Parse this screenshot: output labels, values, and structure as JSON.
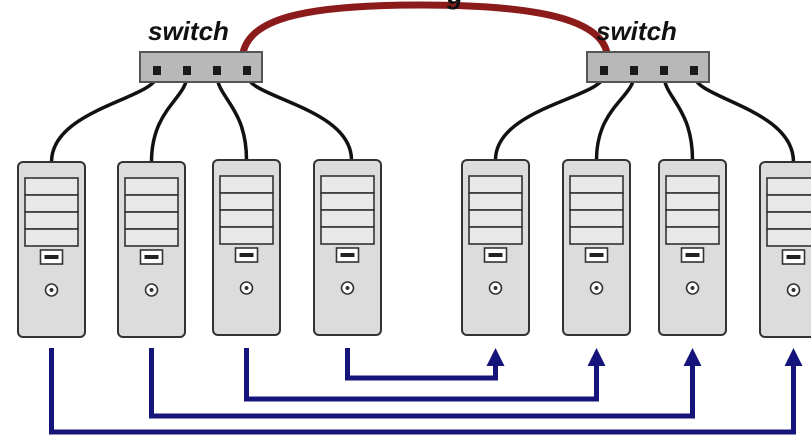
{
  "diagram": {
    "switches": [
      {
        "label": "switch",
        "ports": 4
      },
      {
        "label": "switch",
        "ports": 4
      }
    ],
    "inter_switch_link": {
      "label": "g",
      "color": "#8b1a1a"
    },
    "servers": [
      {
        "group": 0
      },
      {
        "group": 0
      },
      {
        "group": 0
      },
      {
        "group": 0
      },
      {
        "group": 1
      },
      {
        "group": 1
      },
      {
        "group": 1
      },
      {
        "group": 1
      }
    ],
    "pair_connections": [
      {
        "from": 3,
        "to": 4
      },
      {
        "from": 2,
        "to": 5
      },
      {
        "from": 1,
        "to": 6
      },
      {
        "from": 0,
        "to": 7
      }
    ],
    "colors": {
      "cable": "#111111",
      "pair_link": "#14147a",
      "server_fill": "#dcdcdc",
      "switch_fill": "#b8b8b8"
    }
  }
}
